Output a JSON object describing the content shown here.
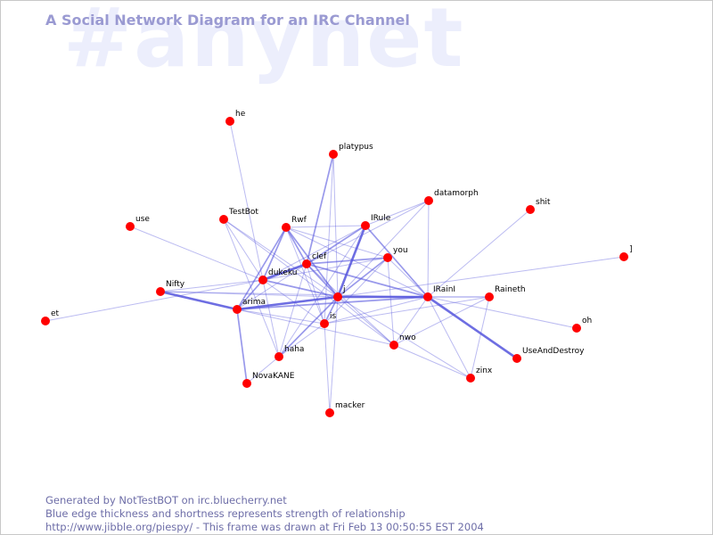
{
  "watermark_text": "#anynet",
  "title": "A Social Network Diagram for an IRC Channel",
  "footer": {
    "line1": "Generated by NotTestBOT on irc.bluecherry.net",
    "line2": "Blue edge thickness and shortness represents strength of relationship",
    "line3": "http://www.jibble.org/piespy/ - This frame was drawn at Fri Feb 13 00:50:55 EST 2004"
  },
  "colors": {
    "node": "#ff0000",
    "edge": "#5555dd",
    "title": "#9a9ad2",
    "watermark": "#eceefc",
    "footer": "#6e6ea8"
  },
  "nodes": [
    {
      "id": "he",
      "label": "he"
    },
    {
      "id": "platypus",
      "label": "platypus"
    },
    {
      "id": "datamorph",
      "label": "datamorph"
    },
    {
      "id": "shit",
      "label": "shit"
    },
    {
      "id": "use",
      "label": "use"
    },
    {
      "id": "TestBot",
      "label": "TestBot"
    },
    {
      "id": "Rwf",
      "label": "Rwf"
    },
    {
      "id": "IRule",
      "label": "IRule"
    },
    {
      "id": "bracket",
      "label": "]"
    },
    {
      "id": "you",
      "label": "you"
    },
    {
      "id": "clef",
      "label": "clef"
    },
    {
      "id": "dukeku",
      "label": "dukeku"
    },
    {
      "id": "Nifty",
      "label": "Nifty"
    },
    {
      "id": "j",
      "label": "j"
    },
    {
      "id": "IRainI",
      "label": "IRainI"
    },
    {
      "id": "Raineth",
      "label": "Raineth"
    },
    {
      "id": "arima",
      "label": "arima"
    },
    {
      "id": "et",
      "label": "et"
    },
    {
      "id": "is",
      "label": "is"
    },
    {
      "id": "oh",
      "label": "oh"
    },
    {
      "id": "nwo",
      "label": "nwo"
    },
    {
      "id": "haha",
      "label": "haha"
    },
    {
      "id": "UseAndDestroy",
      "label": "UseAndDestroy"
    },
    {
      "id": "zinx",
      "label": "zinx"
    },
    {
      "id": "NovaKANE",
      "label": "NovaKANE"
    },
    {
      "id": "macker",
      "label": "macker"
    }
  ],
  "edges": [
    {
      "source": "he",
      "target": "dukeku",
      "strength": 1
    },
    {
      "source": "platypus",
      "target": "clef",
      "strength": 2
    },
    {
      "source": "platypus",
      "target": "is",
      "strength": 1
    },
    {
      "source": "platypus",
      "target": "j",
      "strength": 1
    },
    {
      "source": "datamorph",
      "target": "IRule",
      "strength": 1
    },
    {
      "source": "datamorph",
      "target": "clef",
      "strength": 1
    },
    {
      "source": "datamorph",
      "target": "IRainI",
      "strength": 1
    },
    {
      "source": "datamorph",
      "target": "j",
      "strength": 1
    },
    {
      "source": "shit",
      "target": "IRainI",
      "strength": 1
    },
    {
      "source": "use",
      "target": "dukeku",
      "strength": 1
    },
    {
      "source": "TestBot",
      "target": "dukeku",
      "strength": 1
    },
    {
      "source": "TestBot",
      "target": "j",
      "strength": 1
    },
    {
      "source": "TestBot",
      "target": "haha",
      "strength": 1
    },
    {
      "source": "TestBot",
      "target": "nwo",
      "strength": 1
    },
    {
      "source": "Rwf",
      "target": "clef",
      "strength": 2
    },
    {
      "source": "Rwf",
      "target": "dukeku",
      "strength": 2
    },
    {
      "source": "Rwf",
      "target": "arima",
      "strength": 2
    },
    {
      "source": "Rwf",
      "target": "j",
      "strength": 2
    },
    {
      "source": "Rwf",
      "target": "is",
      "strength": 1
    },
    {
      "source": "Rwf",
      "target": "IRule",
      "strength": 1
    },
    {
      "source": "Rwf",
      "target": "you",
      "strength": 1
    },
    {
      "source": "Rwf",
      "target": "IRainI",
      "strength": 1
    },
    {
      "source": "IRule",
      "target": "clef",
      "strength": 2
    },
    {
      "source": "IRule",
      "target": "j",
      "strength": 3
    },
    {
      "source": "IRule",
      "target": "IRainI",
      "strength": 2
    },
    {
      "source": "IRule",
      "target": "haha",
      "strength": 1
    },
    {
      "source": "IRule",
      "target": "dukeku",
      "strength": 1
    },
    {
      "source": "bracket",
      "target": "j",
      "strength": 1
    },
    {
      "source": "you",
      "target": "clef",
      "strength": 2
    },
    {
      "source": "you",
      "target": "j",
      "strength": 2
    },
    {
      "source": "you",
      "target": "dukeku",
      "strength": 1
    },
    {
      "source": "you",
      "target": "nwo",
      "strength": 1
    },
    {
      "source": "you",
      "target": "is",
      "strength": 1
    },
    {
      "source": "you",
      "target": "IRainI",
      "strength": 1
    },
    {
      "source": "clef",
      "target": "j",
      "strength": 2
    },
    {
      "source": "clef",
      "target": "dukeku",
      "strength": 3
    },
    {
      "source": "clef",
      "target": "arima",
      "strength": 1
    },
    {
      "source": "clef",
      "target": "IRainI",
      "strength": 2
    },
    {
      "source": "clef",
      "target": "is",
      "strength": 1
    },
    {
      "source": "clef",
      "target": "haha",
      "strength": 1
    },
    {
      "source": "clef",
      "target": "nwo",
      "strength": 1
    },
    {
      "source": "dukeku",
      "target": "j",
      "strength": 2
    },
    {
      "source": "dukeku",
      "target": "arima",
      "strength": 2
    },
    {
      "source": "dukeku",
      "target": "Nifty",
      "strength": 1
    },
    {
      "source": "dukeku",
      "target": "haha",
      "strength": 1
    },
    {
      "source": "dukeku",
      "target": "is",
      "strength": 1
    },
    {
      "source": "Nifty",
      "target": "arima",
      "strength": 3
    },
    {
      "source": "Nifty",
      "target": "j",
      "strength": 1
    },
    {
      "source": "Nifty",
      "target": "IRainI",
      "strength": 1
    },
    {
      "source": "et",
      "target": "dukeku",
      "strength": 1
    },
    {
      "source": "j",
      "target": "IRainI",
      "strength": 3
    },
    {
      "source": "j",
      "target": "arima",
      "strength": 3
    },
    {
      "source": "j",
      "target": "is",
      "strength": 2
    },
    {
      "source": "j",
      "target": "haha",
      "strength": 2
    },
    {
      "source": "j",
      "target": "nwo",
      "strength": 1
    },
    {
      "source": "j",
      "target": "zinx",
      "strength": 1
    },
    {
      "source": "j",
      "target": "Raineth",
      "strength": 1
    },
    {
      "source": "j",
      "target": "macker",
      "strength": 1
    },
    {
      "source": "IRainI",
      "target": "UseAndDestroy",
      "strength": 3
    },
    {
      "source": "IRainI",
      "target": "Raineth",
      "strength": 1
    },
    {
      "source": "IRainI",
      "target": "zinx",
      "strength": 1
    },
    {
      "source": "IRainI",
      "target": "oh",
      "strength": 1
    },
    {
      "source": "IRainI",
      "target": "nwo",
      "strength": 1
    },
    {
      "source": "IRainI",
      "target": "arima",
      "strength": 2
    },
    {
      "source": "IRainI",
      "target": "is",
      "strength": 1
    },
    {
      "source": "Raineth",
      "target": "zinx",
      "strength": 1
    },
    {
      "source": "Raineth",
      "target": "nwo",
      "strength": 1
    },
    {
      "source": "Raineth",
      "target": "is",
      "strength": 1
    },
    {
      "source": "arima",
      "target": "NovaKANE",
      "strength": 2
    },
    {
      "source": "arima",
      "target": "is",
      "strength": 1
    },
    {
      "source": "arima",
      "target": "nwo",
      "strength": 1
    },
    {
      "source": "is",
      "target": "macker",
      "strength": 1
    },
    {
      "source": "is",
      "target": "haha",
      "strength": 1
    },
    {
      "source": "nwo",
      "target": "zinx",
      "strength": 1
    },
    {
      "source": "haha",
      "target": "NovaKANE",
      "strength": 1
    }
  ]
}
